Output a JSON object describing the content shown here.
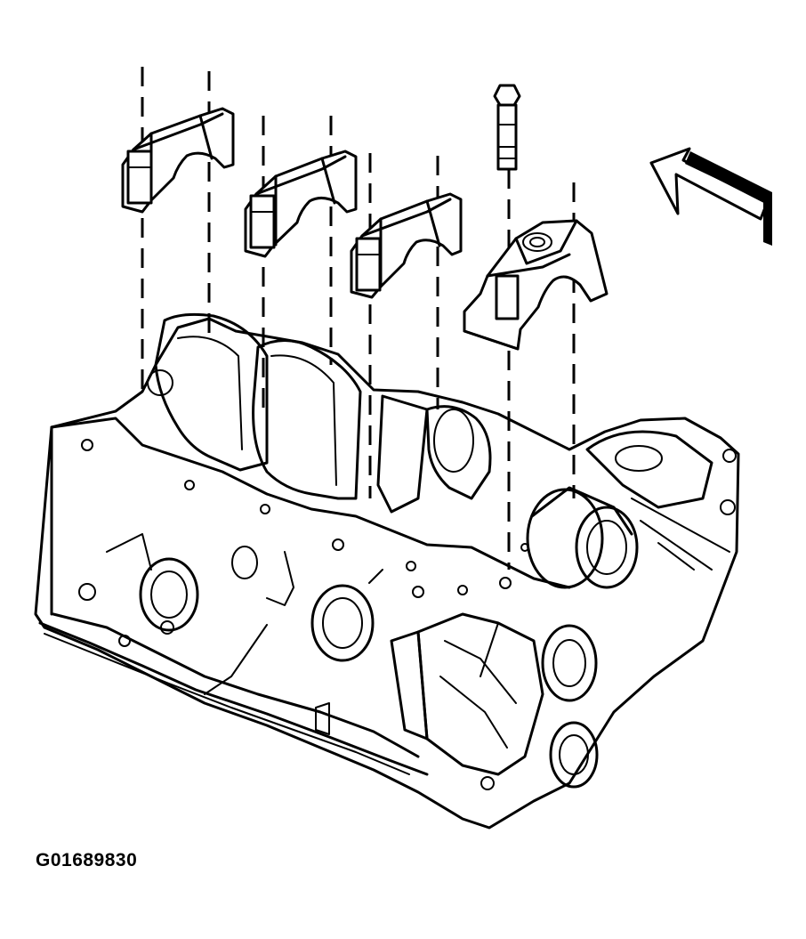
{
  "figure": {
    "id_label": "G01689830",
    "parts": {
      "bearing_caps": [
        "cap-1",
        "cap-2",
        "cap-3",
        "cap-4-rear"
      ],
      "bolt": "cap-bolt",
      "block": "engine-block-lower",
      "arrow_icon": "direction-arrow-icon"
    }
  }
}
